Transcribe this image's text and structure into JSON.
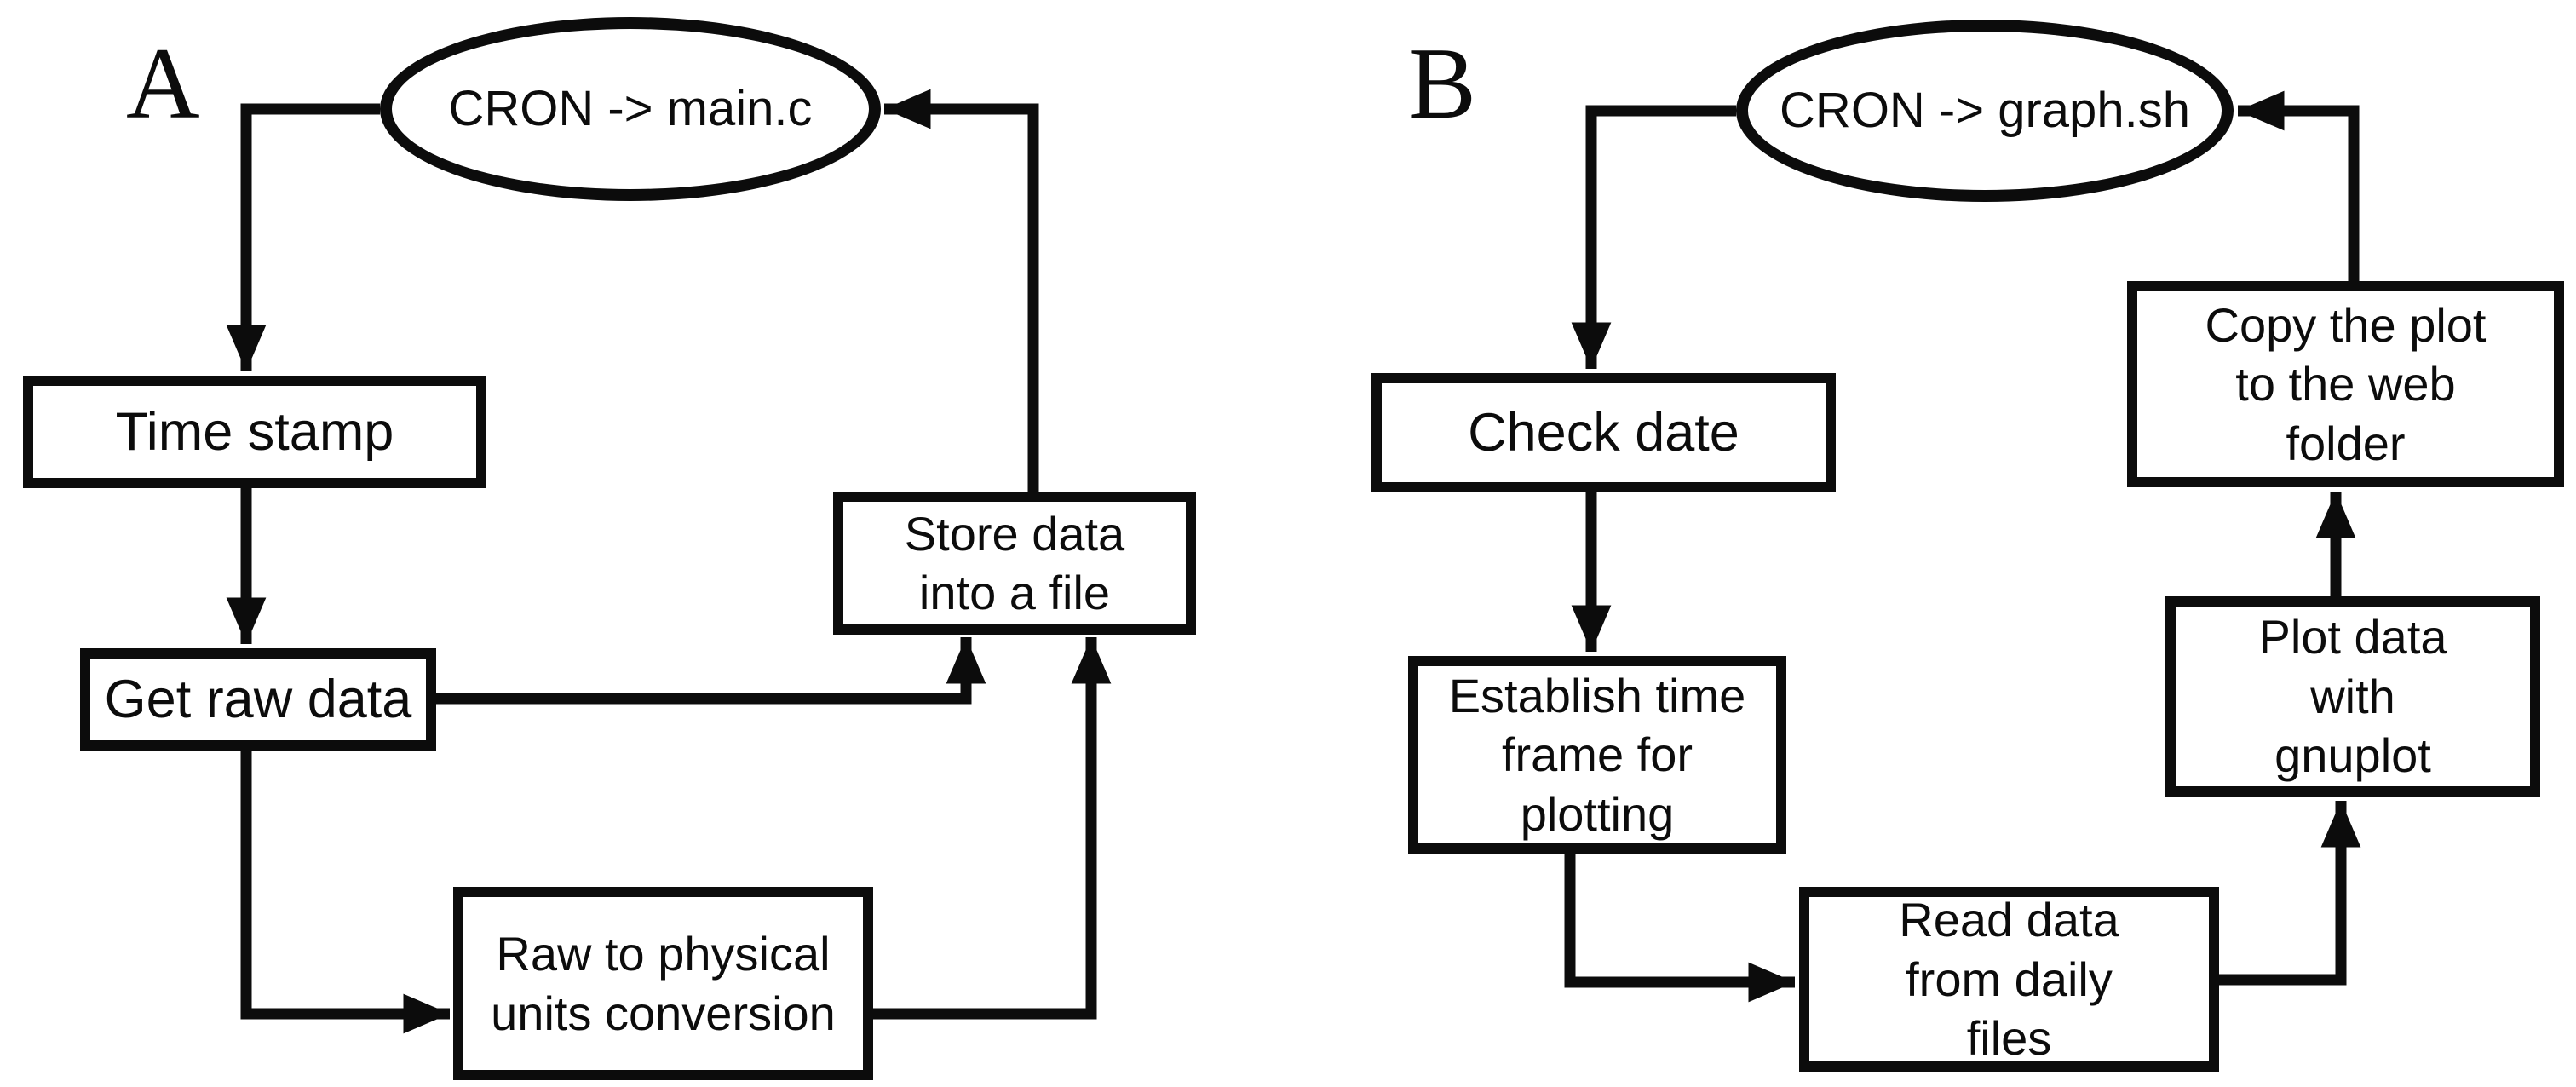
{
  "figure": {
    "type": "flowchart",
    "background": "#ffffff",
    "ink": "#0c0c0c",
    "panels": [
      {
        "label": "A",
        "start_shape": "ellipse",
        "start_node": "CRON -> main.c",
        "nodes": [
          {
            "text": "Time stamp"
          },
          {
            "text": "Get raw data"
          },
          {
            "text": "Store data\ninto a file"
          },
          {
            "text": "Raw to physical\nunits conversion"
          }
        ],
        "edges": [
          {
            "from": "CRON -> main.c",
            "to": "Time stamp"
          },
          {
            "from": "Time stamp",
            "to": "Get raw data"
          },
          {
            "from": "Get raw data",
            "to": "Store data into a file"
          },
          {
            "from": "Get raw data",
            "to": "Raw to physical units conversion"
          },
          {
            "from": "Raw to physical units conversion",
            "to": "Store data into a file"
          },
          {
            "from": "Store data into a file",
            "to": "CRON -> main.c"
          }
        ]
      },
      {
        "label": "B",
        "start_shape": "ellipse",
        "start_node": "CRON -> graph.sh",
        "nodes": [
          {
            "text": "Check date"
          },
          {
            "text": "Establish time\nframe for\nplotting"
          },
          {
            "text": "Read data\nfrom daily\nfiles"
          },
          {
            "text": "Plot data\nwith\ngnuplot"
          },
          {
            "text": "Copy the plot\nto the web\nfolder"
          }
        ],
        "edges": [
          {
            "from": "CRON -> graph.sh",
            "to": "Check date"
          },
          {
            "from": "Check date",
            "to": "Establish time frame for plotting"
          },
          {
            "from": "Establish time frame for plotting",
            "to": "Read data from daily files"
          },
          {
            "from": "Read data from daily files",
            "to": "Plot data with gnuplot"
          },
          {
            "from": "Plot data with gnuplot",
            "to": "Copy the plot to the web folder"
          },
          {
            "from": "Copy the plot to the web folder",
            "to": "CRON -> graph.sh"
          }
        ]
      }
    ]
  }
}
